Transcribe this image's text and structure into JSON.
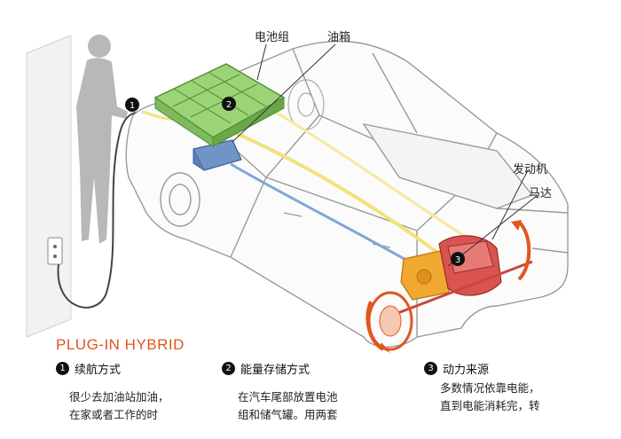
{
  "labels": {
    "battery_pack": "电池组",
    "fuel_tank": "油箱",
    "engine": "发动机",
    "motor": "马达"
  },
  "markers": {
    "plug": "1",
    "battery": "2",
    "engine": "3"
  },
  "title": "PLUG-IN HYBRID",
  "sections": [
    {
      "num": "1",
      "heading": "续航方式",
      "lines": [
        "很少去加油站加油，",
        "在家或者工作的时"
      ]
    },
    {
      "num": "2",
      "heading": "能量存储方式",
      "lines": [
        "在汽车尾部放置电池",
        "组和储气罐。用两套"
      ]
    },
    {
      "num": "3",
      "heading": "动力来源",
      "lines": [
        "多数情况依靠电能，",
        "直到电能消耗完，转"
      ]
    }
  ],
  "colors": {
    "accent": "#e0561e",
    "battery": "#8fcf6a",
    "tank": "#6f95c8",
    "engine": "#d9534f",
    "motor_block": "#f0a830",
    "wire_yellow": "#f2e27a",
    "wire_blue": "#7fa6d8"
  }
}
